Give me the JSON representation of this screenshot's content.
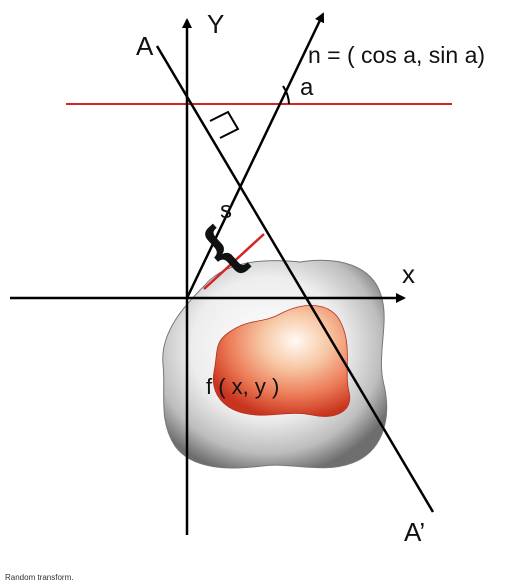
{
  "labels": {
    "y_axis": "Y",
    "x_axis": "x",
    "line_start": "A",
    "line_end": "A’",
    "normal_vector": "n = ( cos a, sin a)",
    "angle": "a",
    "distance": "s",
    "function": "f ( x, y )"
  },
  "caption": "Random transform.",
  "colors": {
    "axes": "#000000",
    "projection_line": "#000000",
    "horizontal_reference": "#d42424",
    "distance_segment": "#d42424",
    "object_outer": "#8c8c8c",
    "object_inner": "#e0583a"
  }
}
